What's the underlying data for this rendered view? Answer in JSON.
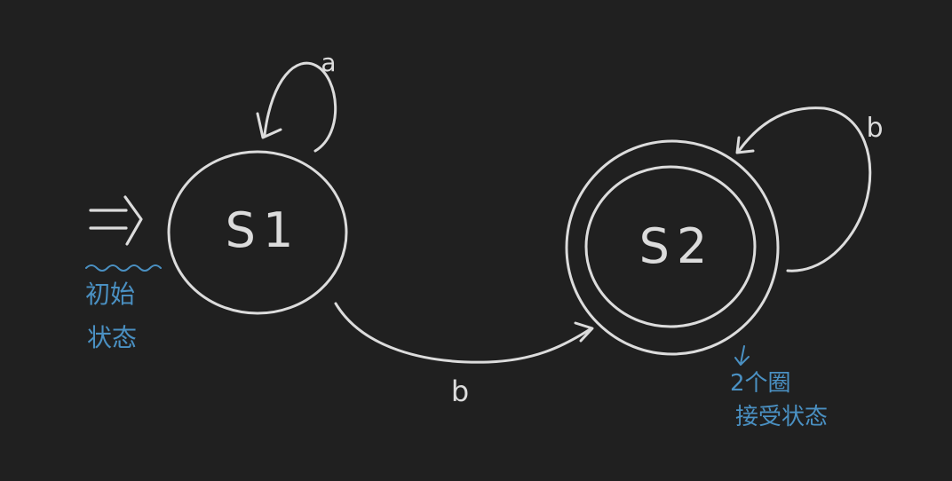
{
  "colors": {
    "background": "#202020",
    "ink": "#dcdcdc",
    "annotation": "#4a90c2"
  },
  "states": [
    {
      "id": "s1",
      "label": "S1",
      "accepting": false,
      "initial": true
    },
    {
      "id": "s2",
      "label": "S2",
      "accepting": true,
      "initial": false
    }
  ],
  "transitions": [
    {
      "from": "s1",
      "to": "s1",
      "label": "a"
    },
    {
      "from": "s1",
      "to": "s2",
      "label": "b"
    },
    {
      "from": "s2",
      "to": "s2",
      "label": "b"
    }
  ],
  "annotations": {
    "initial_marker": "⇒",
    "initial_note_line1": "初始",
    "initial_note_line2": "状态",
    "accept_note_line1": "2个圈",
    "accept_note_line2": "接受状态"
  }
}
